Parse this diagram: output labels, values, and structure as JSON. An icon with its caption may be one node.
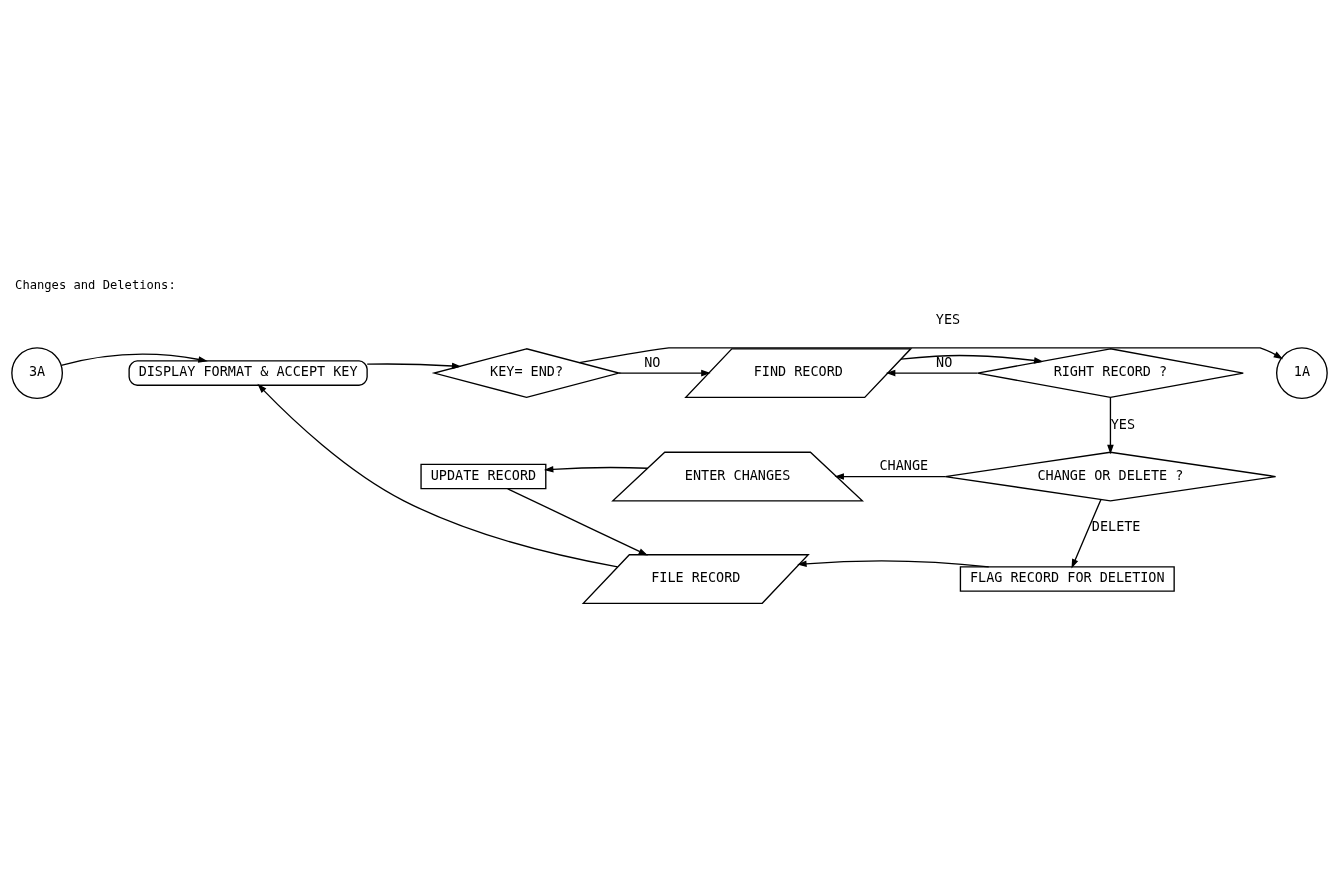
{
  "diagram": {
    "title": "Changes and Deletions:",
    "nodes": [
      {
        "text": [
          "3A"
        ]
      },
      {
        "text": [
          "DISPLAY FORMAT & ACCEPT KEY"
        ]
      },
      {
        "text": [
          "KEY= END?"
        ]
      },
      {
        "text": [
          "1A"
        ]
      },
      {
        "text": [
          "FIND RECORD"
        ]
      },
      {
        "text": [
          "RIGHT RECORD ?"
        ]
      },
      {
        "text": [
          "CHANGE OR DELETE ?"
        ]
      },
      {
        "text": [
          "ENTER CHANGES"
        ]
      },
      {
        "text": [
          "UPDATE RECORD"
        ]
      },
      {
        "text": [
          "FLAG RECORD FOR DELETION"
        ]
      },
      {
        "text": [
          "FILE RECORD"
        ]
      }
    ],
    "edges": [
      {
        "from": 0,
        "to": 1,
        "arrow": "to"
      },
      {
        "from": 1,
        "to": 2,
        "arrow": "to"
      },
      {
        "from": 2,
        "to": 3,
        "arrow": "to",
        "label": "YES"
      },
      {
        "from": 2,
        "to": 4,
        "arrow": "to",
        "label": "NO"
      },
      {
        "from": 4,
        "to": 5,
        "arrow": "to"
      },
      {
        "from": 5,
        "to": 4,
        "arrow": "to",
        "label": "NO"
      },
      {
        "from": 5,
        "to": 6,
        "arrow": "to",
        "label": "YES"
      },
      {
        "from": 6,
        "to": 7,
        "arrow": "to",
        "label": "CHANGE"
      },
      {
        "from": 7,
        "to": 8,
        "arrow": "to"
      },
      {
        "from": 6,
        "to": 9,
        "arrow": "to",
        "label": "DELETE"
      },
      {
        "from": 8,
        "to": 10,
        "arrow": "to"
      },
      {
        "from": 9,
        "to": 10,
        "arrow": "to"
      },
      {
        "from": 10,
        "to": 1,
        "arrow": "to"
      }
    ]
  }
}
